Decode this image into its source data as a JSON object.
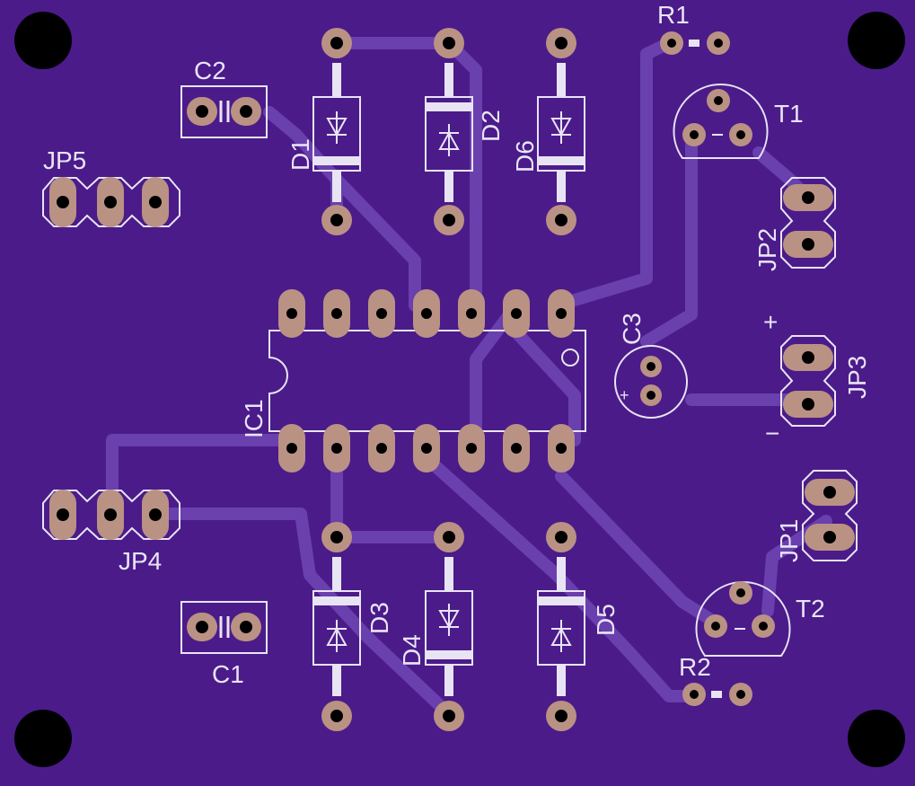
{
  "colors": {
    "board": "#4b1b8a",
    "trace": "#6a3fae",
    "silk": "#e8e4f4",
    "pad": "#b99284",
    "hole": "#000000",
    "mount": "#000000"
  },
  "labels": {
    "r1": "R1",
    "r2": "R2",
    "c1": "C1",
    "c2": "C2",
    "c3": "C3",
    "c3_plus": "+",
    "t1": "T1",
    "t2": "T2",
    "jp1": "JP1",
    "jp2": "JP2",
    "jp3": "JP3",
    "jp3_plus": "+",
    "jp3_minus": "−",
    "jp4": "JP4",
    "jp5": "JP5",
    "ic1": "IC1",
    "d1": "D1",
    "d2": "D2",
    "d3": "D3",
    "d4": "D4",
    "d5": "D5",
    "d6": "D6"
  },
  "icons": {
    "mounting_hole": "mounting-hole-icon",
    "diode": "diode-symbol-icon",
    "capacitor": "capacitor-symbol-icon"
  }
}
